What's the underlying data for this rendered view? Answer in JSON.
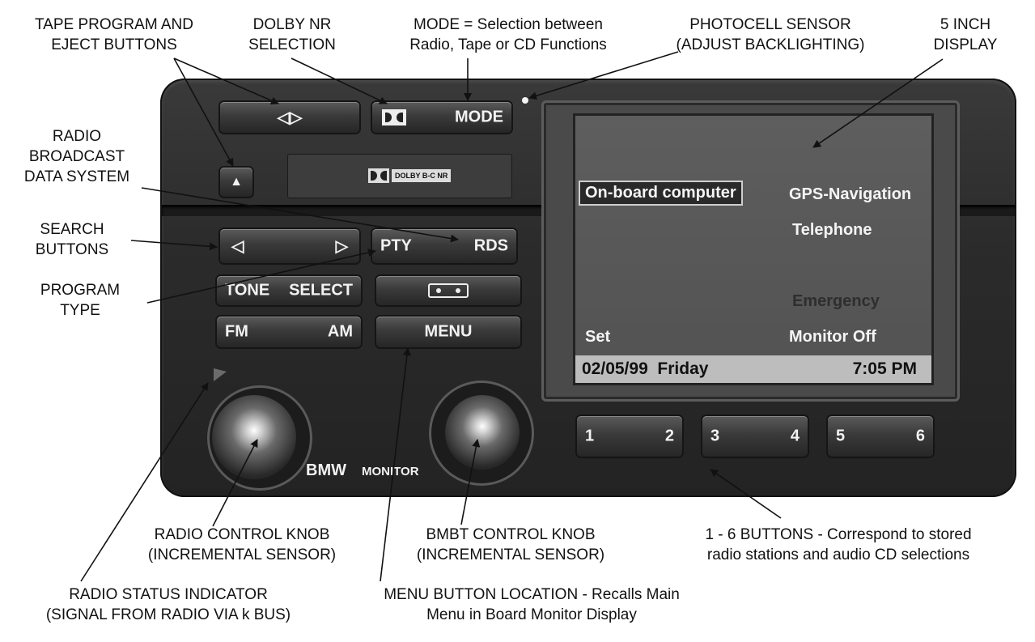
{
  "callouts": {
    "tape_program": [
      "TAPE PROGRAM AND",
      "EJECT BUTTONS"
    ],
    "dolby_nr": [
      "DOLBY NR",
      "SELECTION"
    ],
    "mode": [
      "MODE = Selection between",
      "Radio, Tape or CD Functions"
    ],
    "photocell": [
      "PHOTOCELL SENSOR",
      "(ADJUST BACKLIGHTING)"
    ],
    "display": [
      "5 INCH",
      "DISPLAY"
    ],
    "rds": [
      "RADIO",
      "BROADCAST",
      "DATA SYSTEM"
    ],
    "search": [
      "SEARCH",
      "BUTTONS"
    ],
    "program_type": [
      "PROGRAM",
      "TYPE"
    ],
    "radio_knob": [
      "RADIO CONTROL KNOB",
      "(INCREMENTAL SENSOR)"
    ],
    "bmbt_knob": [
      "BMBT CONTROL KNOB",
      "(INCREMENTAL SENSOR)"
    ],
    "preset_buttons": [
      "1 - 6 BUTTONS - Correspond to stored",
      "radio stations and audio CD selections"
    ],
    "status_indicator": [
      "RADIO STATUS INDICATOR",
      "(SIGNAL FROM RADIO VIA k BUS)"
    ],
    "menu_location": [
      "MENU BUTTON LOCATION - Recalls Main",
      "Menu in Board Monitor Display"
    ]
  },
  "unit": {
    "tape_program_label": "◁▷",
    "eject_label": "▲",
    "mode_label": "MODE",
    "slot_label": "DOLBY B-C NR",
    "search_left": "◁",
    "search_right": "▷",
    "pty_label": "PTY",
    "rds_label": "RDS",
    "tone_label": "TONE",
    "select_label": "SELECT",
    "fm_label": "FM",
    "am_label": "AM",
    "menu_label": "MENU",
    "brand": "BMW",
    "brand_sub": "MONITOR",
    "presets": [
      {
        "left": "1",
        "right": "2"
      },
      {
        "left": "3",
        "right": "4"
      },
      {
        "left": "5",
        "right": "6"
      }
    ]
  },
  "screen": {
    "onboard": "On-board computer",
    "gps": "GPS-Navigation",
    "telephone": "Telephone",
    "emergency": "Emergency",
    "set": "Set",
    "monitor_off": "Monitor Off",
    "date": "02/05/99  Friday",
    "time": "7:05 PM"
  }
}
